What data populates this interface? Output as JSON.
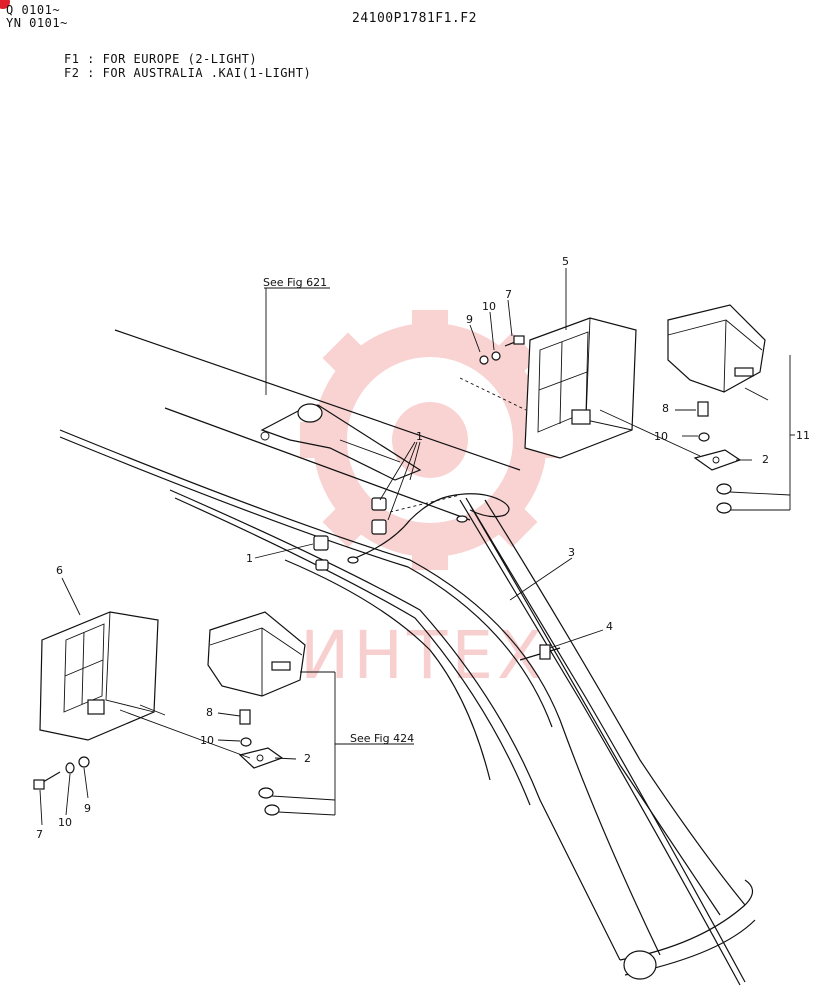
{
  "header": {
    "serial_line_1": "Q 0101~",
    "serial_line_2": "YN 0101~",
    "doc_number": "24100P1781F1.F2",
    "note_f1": "F1 : FOR EUROPE (2-LIGHT)",
    "note_f2": "F2 : FOR AUSTRALIA .KAI(1-LIGHT)"
  },
  "references": {
    "fig_621": "See Fig 621",
    "fig_424": "See Fig 424"
  },
  "watermark": {
    "text": "ИНТЕХ",
    "color": "#f2a0a0"
  },
  "accent_color": "#e0202a",
  "callouts": {
    "c1a": "1",
    "c1b": "1",
    "c2a": "2",
    "c2b": "2",
    "c3": "3",
    "c4": "4",
    "c5": "5",
    "c6": "6",
    "c7a": "7",
    "c7b": "7",
    "c8a": "8",
    "c8b": "8",
    "c9a": "9",
    "c9b": "9",
    "c10a": "10",
    "c10b": "10",
    "c10c": "10",
    "c10d": "10",
    "c11": "11"
  }
}
